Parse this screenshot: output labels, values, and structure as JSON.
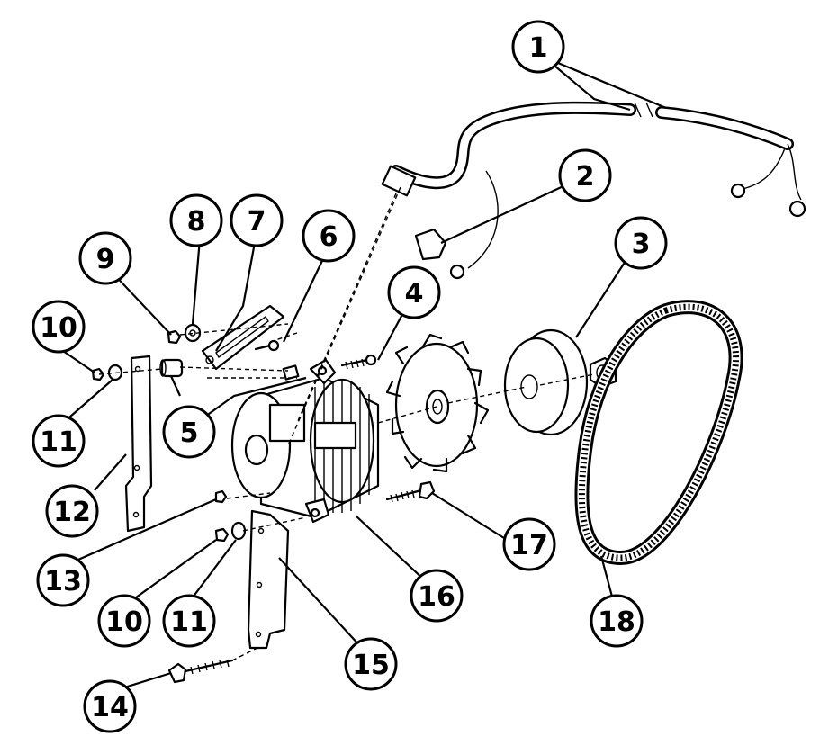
{
  "diagram": {
    "callouts": [
      {
        "id": "c1",
        "label": "1"
      },
      {
        "id": "c2",
        "label": "2"
      },
      {
        "id": "c3",
        "label": "3"
      },
      {
        "id": "c4",
        "label": "4"
      },
      {
        "id": "c5",
        "label": "5"
      },
      {
        "id": "c6",
        "label": "6"
      },
      {
        "id": "c7",
        "label": "7"
      },
      {
        "id": "c8",
        "label": "8"
      },
      {
        "id": "c9",
        "label": "9"
      },
      {
        "id": "c10a",
        "label": "10"
      },
      {
        "id": "c10b",
        "label": "10"
      },
      {
        "id": "c11a",
        "label": "11"
      },
      {
        "id": "c11b",
        "label": "11"
      },
      {
        "id": "c12",
        "label": "12"
      },
      {
        "id": "c13",
        "label": "13"
      },
      {
        "id": "c14",
        "label": "14"
      },
      {
        "id": "c15",
        "label": "15"
      },
      {
        "id": "c16",
        "label": "16"
      },
      {
        "id": "c17",
        "label": "17"
      },
      {
        "id": "c18",
        "label": "18"
      }
    ]
  }
}
